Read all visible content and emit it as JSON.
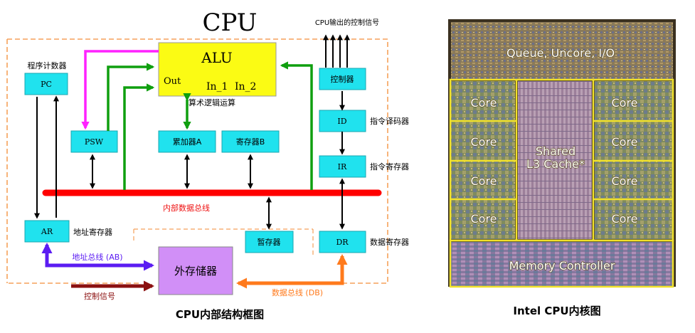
{
  "diagram": {
    "title": "CPU",
    "caption": "CPU内部结构框图",
    "control_signals_out": "CPU输出的控制信号",
    "alu": {
      "name": "ALU",
      "out": "Out",
      "in1": "In_1",
      "in2": "In_2",
      "desc": "算术逻辑运算"
    },
    "registers": {
      "pc": "PC",
      "pc_desc": "程序计数器",
      "psw": "PSW",
      "acc": "累加器A",
      "regb": "寄存器B",
      "ctrl": "控制器",
      "id": "ID",
      "id_desc": "指令译码器",
      "ir": "IR",
      "ir_desc": "指令寄存器",
      "ar": "AR",
      "ar_desc": "地址寄存器",
      "tmp": "暂存器",
      "dr": "DR",
      "dr_desc": "数据寄存器"
    },
    "internal_bus": "内部数据总线",
    "address_bus": "地址总线 (AB)",
    "data_bus": "数据总线 (DB)",
    "control_signal": "控制信号",
    "external_memory": "外存储器"
  },
  "die": {
    "caption": "Intel CPU内核图",
    "top": "Queue, Uncore, I/O",
    "core": "Core",
    "cache_line1": "Shared",
    "cache_line2": "L3 Cache*",
    "memory": "Memory Controller"
  },
  "colors": {
    "register_fill": "#20e2ee",
    "alu_fill": "#fbfb14",
    "memory_fill": "#d18ff7",
    "internal_bus": "#ff0000",
    "address_bus": "#5b1cf2",
    "data_bus": "#ff7a1c",
    "control_bus": "#8b1010",
    "psw_link": "#ff22ff",
    "alu_link": "#0f9f0f"
  }
}
